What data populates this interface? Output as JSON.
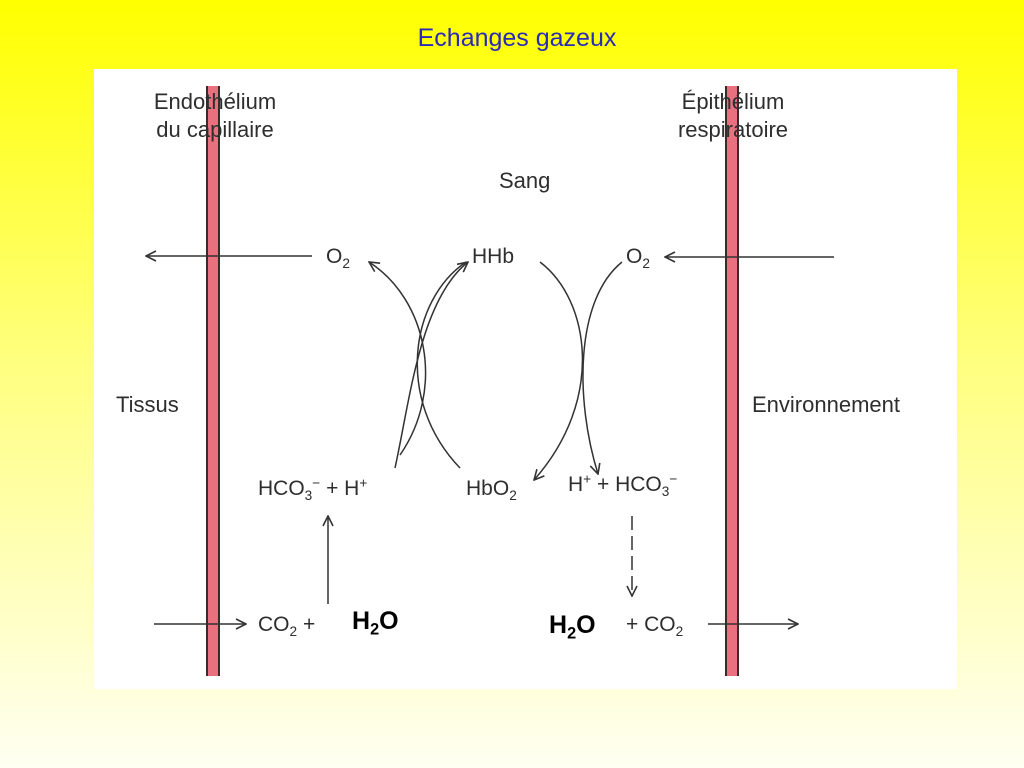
{
  "slide": {
    "title": "Echanges gazeux"
  },
  "diagram": {
    "left_header": [
      "Endothélium",
      "du capillaire"
    ],
    "right_header": [
      "Épithélium",
      "respiratoire"
    ],
    "center_label": "Sang",
    "left_side": "Tissus",
    "right_side": "Environnement",
    "o2": {
      "base": "O",
      "sub": "2"
    },
    "hhb": "HHb",
    "hbo2": {
      "base": "HbO",
      "sub": "2"
    },
    "left_hco3": {
      "base": "HCO",
      "sub": "3",
      "sup": "−",
      "rest": "+ H",
      "rest_sup": "+"
    },
    "right_hco3": {
      "lead": "H",
      "lead_sup": "+",
      "mid": "+ HCO",
      "sub": "3",
      "sup": "−"
    },
    "left_co2": {
      "base": "CO",
      "sub": "2",
      "plus": "+"
    },
    "right_co2": {
      "plus": "+ CO",
      "sub": "2"
    },
    "h2o": {
      "base": "H",
      "sub": "2",
      "tail": "O"
    }
  }
}
